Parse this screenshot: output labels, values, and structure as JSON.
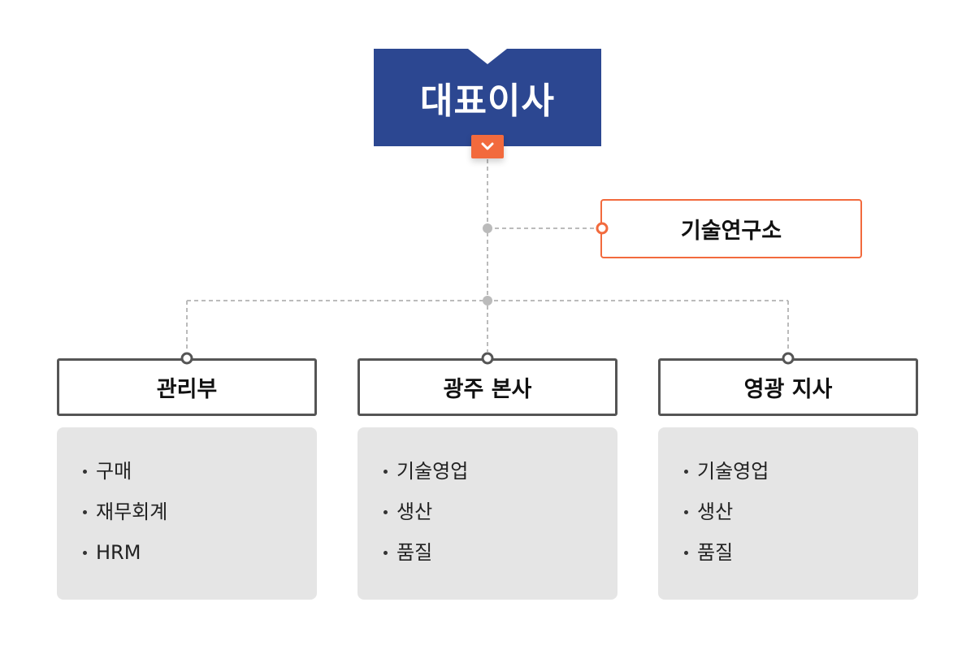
{
  "ceo": {
    "label": "대표이사",
    "toggle_icon": "chevron-down-icon"
  },
  "advisory": {
    "label": "기술연구소"
  },
  "departments": [
    {
      "title": "관리부",
      "items": [
        "구매",
        "재무회계",
        "HRM"
      ]
    },
    {
      "title": "광주 본사",
      "items": [
        "기술영업",
        "생산",
        "품질"
      ]
    },
    {
      "title": "영광 지사",
      "items": [
        "기술영업",
        "생산",
        "품질"
      ]
    }
  ],
  "colors": {
    "primary": "#2c4791",
    "accent": "#f26a3d",
    "connector": "#bbbbbb",
    "border": "#555555",
    "panel": "#e5e5e5"
  }
}
